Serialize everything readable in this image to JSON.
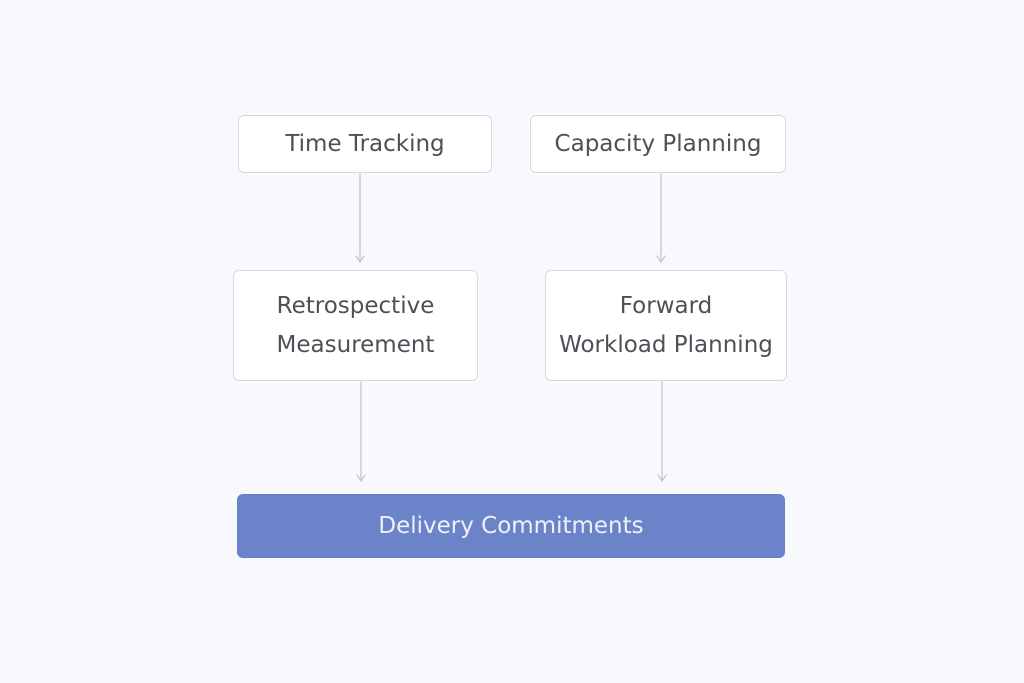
{
  "diagram": {
    "nodes": {
      "time_tracking": "Time Tracking",
      "capacity_planning": "Capacity Planning",
      "retrospective_line1": "Retrospective",
      "retrospective_line2": "Measurement",
      "forward_line1": "Forward",
      "forward_line2": "Workload Planning",
      "delivery": "Delivery Commitments"
    },
    "edges": [
      {
        "from": "Time Tracking",
        "to": "Retrospective Measurement"
      },
      {
        "from": "Capacity Planning",
        "to": "Forward Workload Planning"
      },
      {
        "from": "Retrospective Measurement",
        "to": "Delivery Commitments"
      },
      {
        "from": "Forward Workload Planning",
        "to": "Delivery Commitments"
      }
    ],
    "colors": {
      "node_border": "#d7d9e2",
      "node_text": "#4d5057",
      "connector": "#c3c6d1",
      "delivery_fill": "#6b84c9",
      "delivery_text": "#eef1fa"
    }
  }
}
